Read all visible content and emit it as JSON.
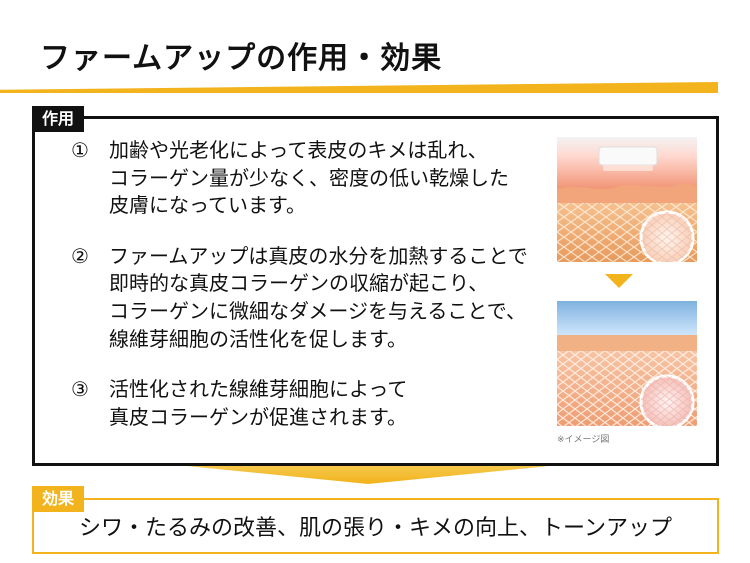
{
  "page": {
    "title": "ファームアップの作用・効果"
  },
  "sections": {
    "action_tag": "作用",
    "effect_tag": "効果"
  },
  "action_items": [
    {
      "num": "①",
      "lines": [
        "加齢や光老化によって表皮のキメは乱れ、",
        "コラーゲン量が少なく、密度の低い乾燥した",
        "皮膚になっています。"
      ]
    },
    {
      "num": "②",
      "lines": [
        "ファームアップは真皮の水分を加熱することで",
        "即時的な真皮コラーゲンの収縮が起こり、",
        "コラーゲンに微細なダメージを与えることで、",
        "線維芽細胞の活性化を促します。"
      ]
    },
    {
      "num": "③",
      "lines": [
        "活性化された線維芽細胞によって",
        "真皮コラーゲンが促進されます。"
      ]
    }
  ],
  "image_caption": "※イメージ図",
  "effect_text": "シワ・たるみの改善、肌の張り・キメの向上、トーンアップ",
  "colors": {
    "accent": "#F2B31C",
    "frame": "#111111"
  },
  "icons": {
    "down_arrow": "down-triangle-icon"
  }
}
